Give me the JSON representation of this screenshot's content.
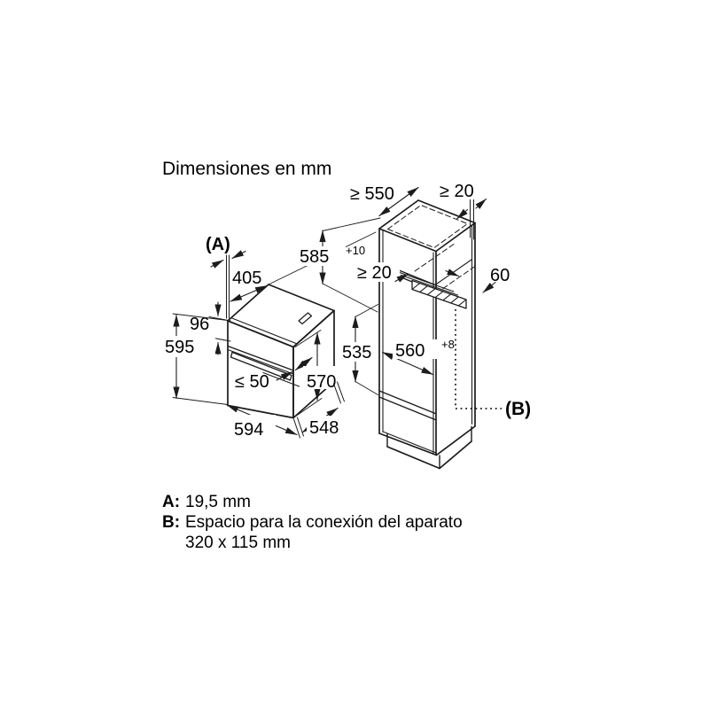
{
  "title": "Dimensiones en mm",
  "colors": {
    "line": "#1c1c1c",
    "text": "#000000",
    "background": "#ffffff"
  },
  "oven": {
    "labels": {
      "front_trim": "(A)",
      "top_depth": "405",
      "panel_height": "96",
      "height": "595",
      "handle_clearance": "≤ 50",
      "door_height": "570",
      "width": "594",
      "depth": "548"
    }
  },
  "cabinet": {
    "labels": {
      "min_depth": "≥ 550",
      "top_rear_gap": "≥ 20",
      "niche_height": "585",
      "niche_height_tolerance": "+10",
      "shelf_rear_gap": "≥ 20",
      "vent_cutout": "60",
      "niche_width": "560",
      "niche_width_tolerance": "+8",
      "lower_clearance": "535",
      "connection_area": "(B)"
    }
  },
  "legend": {
    "a_key": "A:",
    "a_value": "19,5 mm",
    "b_key": "B:",
    "b_value_line1": "Espacio para la conexión del aparato",
    "b_value_line2": "320 x 115 mm"
  }
}
